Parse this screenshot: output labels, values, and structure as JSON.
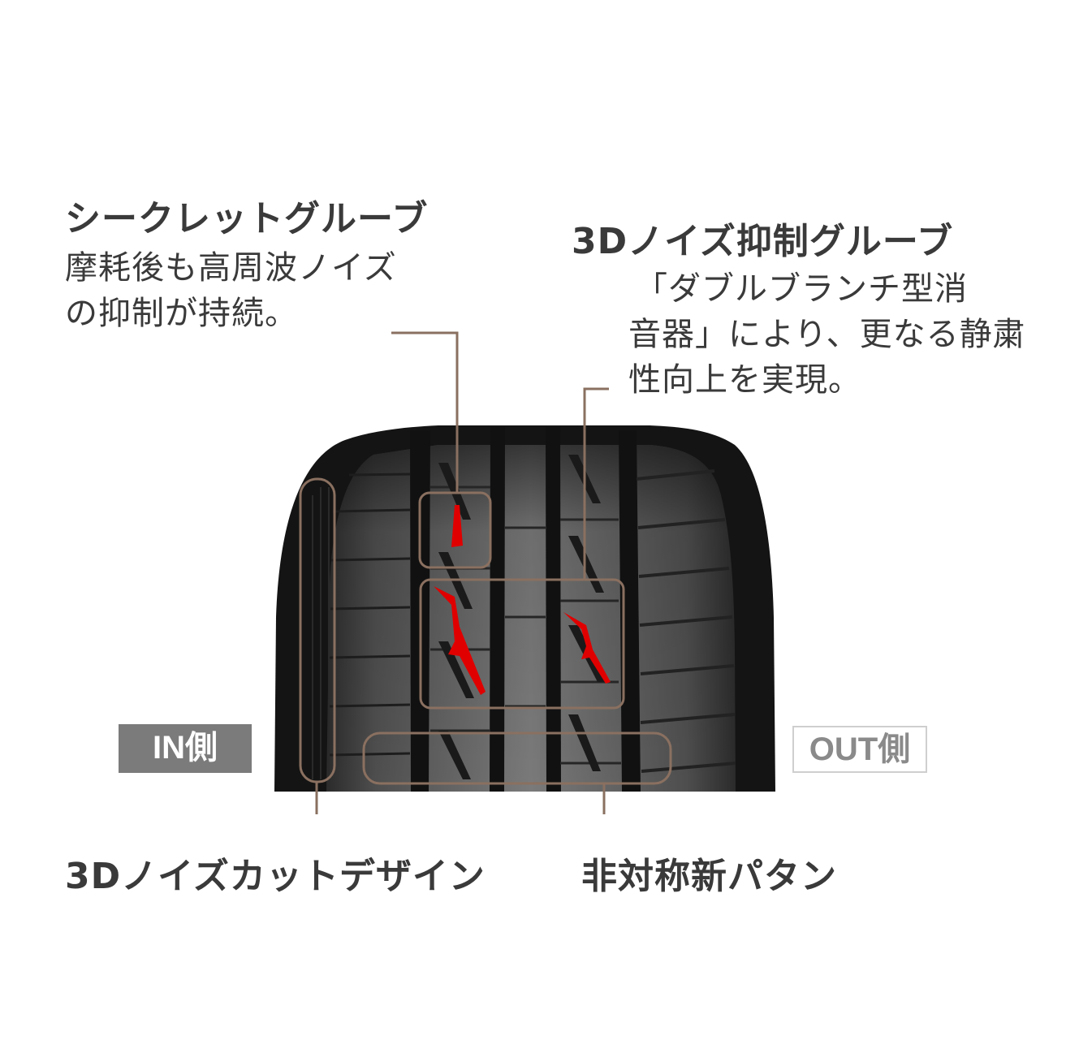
{
  "secret_groove": {
    "title": "シークレットグルーブ",
    "desc_lines": [
      "摩耗後も高周波ノイズ",
      "の抑制が持続。"
    ]
  },
  "noise_groove": {
    "title": "3Dノイズ抑制グルーブ",
    "desc_lines": [
      "「ダブルブランチ型消",
      "音器」により、更なる静粛",
      "性向上を実現。"
    ]
  },
  "noise_cut": {
    "title": "3Dノイズカットデザイン"
  },
  "pattern": {
    "title": "非対称新パタン"
  },
  "sides": {
    "in": "IN側",
    "out": "OUT側"
  },
  "colors": {
    "callout": "#8a7060",
    "highlight": "#e00000",
    "tire_dark": "#151515",
    "tire_tread": "#6a6a6a",
    "in_badge": "#7b7b7b"
  }
}
